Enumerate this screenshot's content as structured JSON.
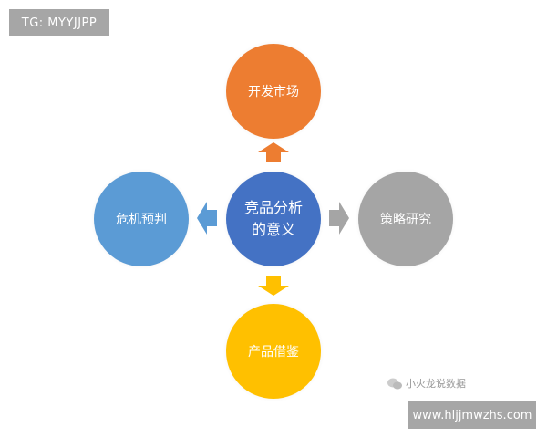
{
  "tag_label": "TG: MYYJJPP",
  "diagram": {
    "center": {
      "line1": "竞品分析",
      "line2": "的意义",
      "color": "#4472c4"
    },
    "top": {
      "label": "开发市场",
      "color": "#ed7d31"
    },
    "left": {
      "label": "危机预判",
      "color": "#5b9bd5"
    },
    "right": {
      "label": "策略研究",
      "color": "#a5a5a5"
    },
    "bottom": {
      "label": "产品借鉴",
      "color": "#ffc000"
    }
  },
  "watermark": {
    "icon": "wechat-icon",
    "text": "小火龙说数据"
  },
  "url_label": "www.hljjmwzhs.com"
}
